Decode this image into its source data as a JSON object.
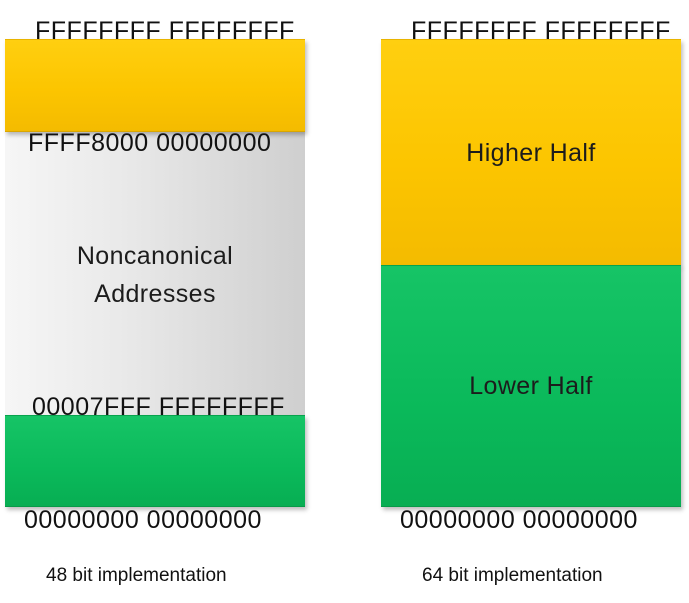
{
  "left": {
    "top_address": "FFFFFFFF FFFFFFFF",
    "higher_boundary": "FFFF8000 00000000",
    "noncanonical_label_line1": "Noncanonical",
    "noncanonical_label_line2": "Addresses",
    "lower_boundary": "00007FFF FFFFFFFF",
    "bottom_address": "00000000 00000000",
    "caption": "48 bit implementation"
  },
  "right": {
    "top_address": "FFFFFFFF FFFFFFFF",
    "higher_half_label": "Higher Half",
    "lower_half_label": "Lower Half",
    "bottom_address": "00000000 00000000",
    "caption": "64 bit implementation"
  },
  "colors": {
    "higher_half": "#fcc500",
    "lower_half": "#0ab95a",
    "noncanonical": "#e4e4e4"
  }
}
